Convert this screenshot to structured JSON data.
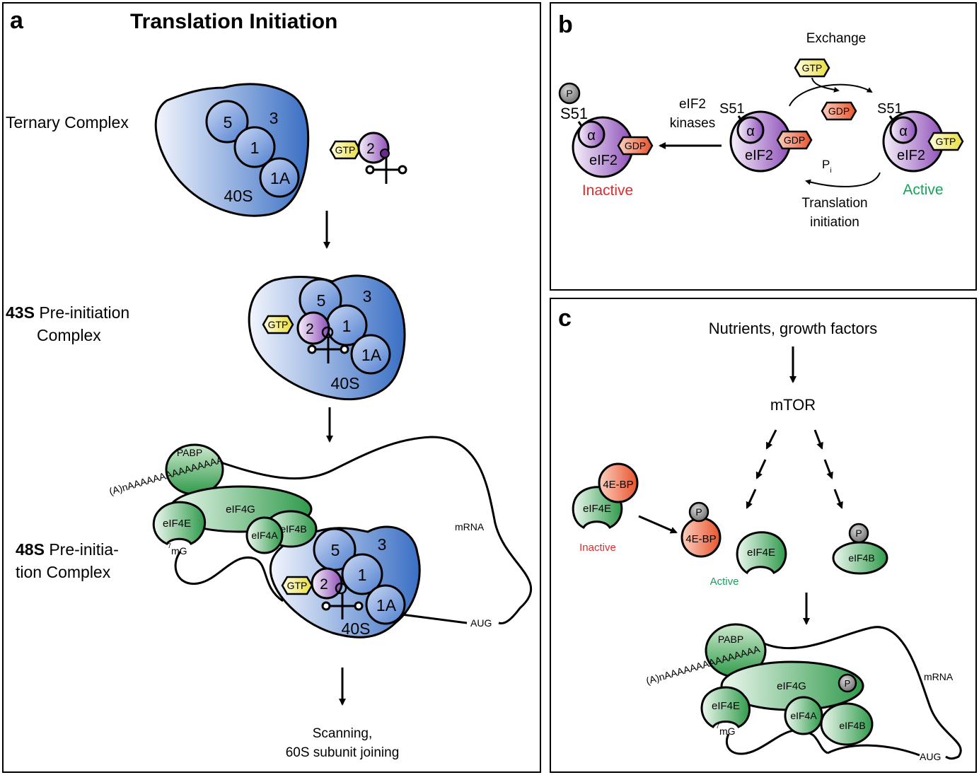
{
  "panel_a": {
    "letter": "a",
    "title": "Translation Initiation",
    "ternary_label": "Ternary Complex",
    "pic43_bold": "43S",
    "pic43_rest": " Pre-initiation",
    "pic43_line2": "Complex",
    "pic48_bold": "48S",
    "pic48_rest": " Pre-initia-",
    "pic48_line2": "tion Complex",
    "scanning_line1": "Scanning,",
    "scanning_line2": "60S subunit joining",
    "s40": "40S",
    "f5": "5",
    "f3": "3",
    "f1": "1",
    "f1A": "1A",
    "f2": "2",
    "gtp": "GTP",
    "pabp": "PABP",
    "polyA": "(A)nAAAAAAAAAAAAAAA",
    "eif4g": "eIF4G",
    "eif4e": "eIF4E",
    "eif4a": "eIF4A",
    "eif4b": "eIF4B",
    "cap_sup": "7",
    "cap": "mG",
    "mrna": "mRNA",
    "aug": "AUG"
  },
  "panel_b": {
    "letter": "b",
    "exchange": "Exchange",
    "gtp": "GTP",
    "gdp": "GDP",
    "s51": "S51",
    "p": "P",
    "alpha": "α",
    "eif2": "eIF2",
    "kinases_line1": "eIF2",
    "kinases_line2": "kinases",
    "pi": "P",
    "pi_sub": "i",
    "translation_line1": "Translation",
    "translation_line2": "initiation",
    "inactive": "Inactive",
    "active": "Active"
  },
  "panel_c": {
    "letter": "c",
    "nutrients": "Nutrients, growth factors",
    "mtor": "mTOR",
    "fourEBP": "4E-BP",
    "eif4e": "eIF4E",
    "eif4b": "eIF4B",
    "p": "P",
    "inactive": "Inactive",
    "active": "Active",
    "pabp": "PABP",
    "polyA": "(A)nAAAAAAAAAAAAAAA",
    "eif4g": "eIF4G",
    "eif4a": "eIF4A",
    "cap_sup": "7",
    "cap": "mG",
    "mrna": "mRNA",
    "aug": "AUG"
  },
  "colors": {
    "blue_light": "#e8eefa",
    "blue_dark": "#3a6fc4",
    "purple_light": "#f3ecf8",
    "purple_dark": "#8e4fb8",
    "green_light": "#e6f3e8",
    "green_dark": "#2f9a4a",
    "gtp_yellow": "#f4ee8a",
    "gdp_orange": "#ef6a45",
    "inactive_red": "#e02a2a",
    "active_green": "#16a35a",
    "p_grey": "#8a8a8a"
  }
}
